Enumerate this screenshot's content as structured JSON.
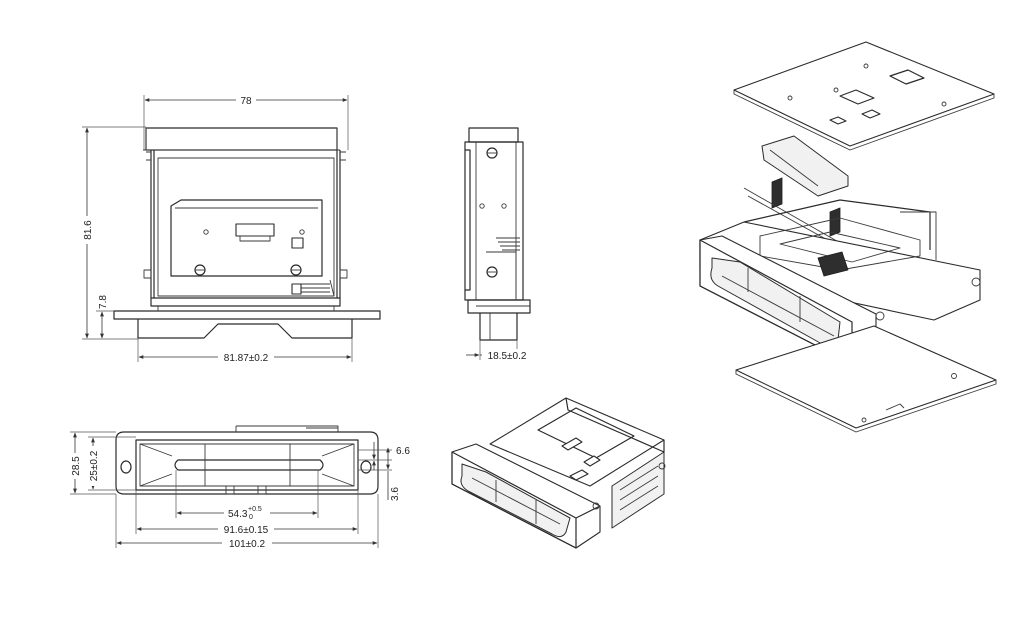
{
  "dimensions": {
    "width": "78",
    "height": "81.6",
    "flange_height": "7.8",
    "flange_width": "81.87±0.2",
    "depth": "18.5±0.2",
    "bezel_height": "28.5",
    "bezel_inner_height": "25±0.2",
    "slot_offset": "6.6",
    "slot_height": "3.6",
    "slot_width_base": "54.3",
    "slot_width_tol_upper": "+0.5",
    "slot_width_tol_lower": "0",
    "bezel_inner_width": "91.6±0.15",
    "bezel_width": "101±0.2"
  },
  "colors": {
    "line": "#2b2b2b",
    "background": "#ffffff"
  }
}
